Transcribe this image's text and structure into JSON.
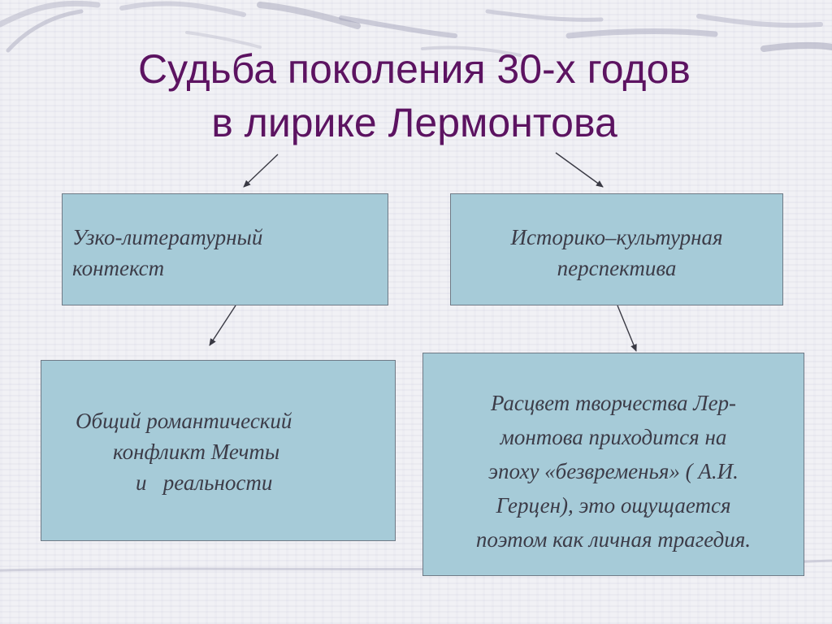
{
  "title": {
    "lines": [
      "Судьба поколения 30-х годов",
      "в лирике Лермонтова"
    ]
  },
  "boxes": {
    "narrow_context": {
      "lines": [
        "Узко-литературный",
        "контекст"
      ]
    },
    "historical_perspective": {
      "lines": [
        "Историко–культурная",
        "перспектива"
      ]
    },
    "romantic_conflict": {
      "lines": [
        "Общий романтический",
        "конфликт Мечты",
        "и   реальности"
      ]
    },
    "flourishing": {
      "lines": [
        "Расцвет творчества Лер-",
        "монтова приходится на",
        "эпоху «безвременья» ( А.И.",
        "Герцен), это ощущается",
        "поэтом как личная трагедия."
      ]
    }
  },
  "colors": {
    "title": "#5c1361",
    "box_fill": "#a6cbd8",
    "box_text": "#3c3c48",
    "arrow": "#3a3a44"
  }
}
